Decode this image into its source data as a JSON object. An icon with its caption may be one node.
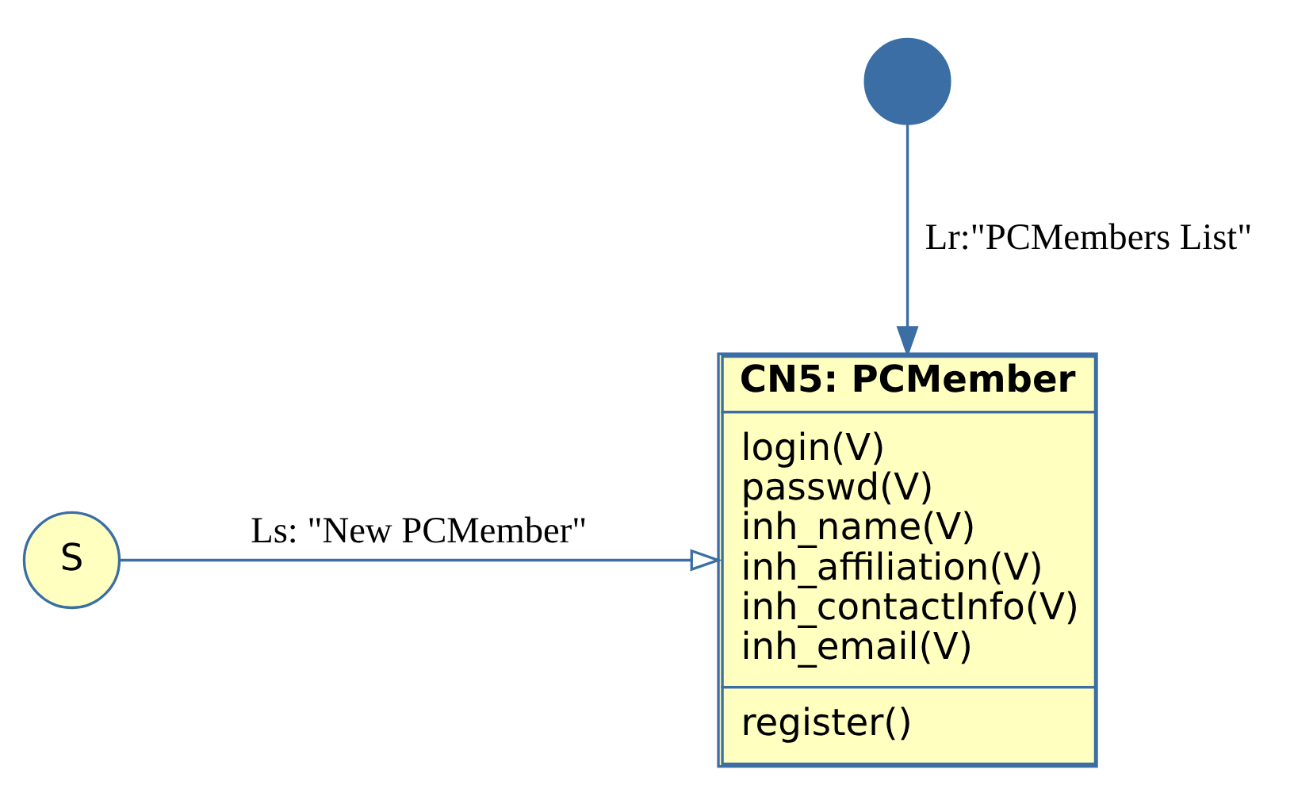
{
  "diagram": {
    "nodes": [
      {
        "text": [],
        "shape": "circle"
      },
      {
        "text": [
          "CN5: PCMember",
          "login(V) passwd(V) inh_name(V) inh_affiliation(V) inh_contactInfo(V) inh_email(V)",
          "register()"
        ]
      },
      {
        "text": [
          "S"
        ]
      }
    ],
    "edges": [
      {
        "from": 0,
        "to": 1,
        "arrow": "to",
        "label": "Lr:\"PCMembers List\""
      },
      {
        "from": 2,
        "to": 1,
        "arrow": "to",
        "label": "Ls: \"New PCMember\""
      }
    ]
  }
}
